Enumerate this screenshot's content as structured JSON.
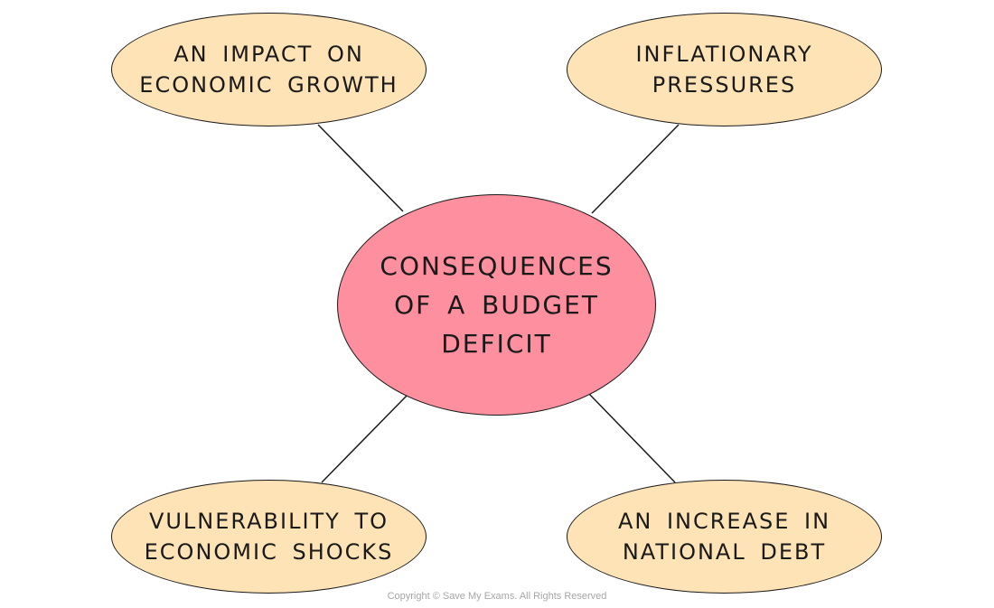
{
  "diagram": {
    "type": "mind-map",
    "center": {
      "label": "CONSEQUENCES\nOF A BUDGET\nDEFICIT",
      "color": "#fd8f9f"
    },
    "nodes": [
      {
        "position": "top-left",
        "label": "AN IMPACT ON\nECONOMIC GROWTH",
        "color": "#fde3b6"
      },
      {
        "position": "top-right",
        "label": "INFLATIONARY\nPRESSURES",
        "color": "#fde3b6"
      },
      {
        "position": "bottom-left",
        "label": "VULNERABILITY TO\nECONOMIC SHOCKS",
        "color": "#fde3b6"
      },
      {
        "position": "bottom-right",
        "label": "AN INCREASE IN\nNATIONAL DEBT",
        "color": "#fde3b6"
      }
    ]
  },
  "footer": {
    "copyright": "Copyright © Save My Exams. All Rights Reserved"
  }
}
